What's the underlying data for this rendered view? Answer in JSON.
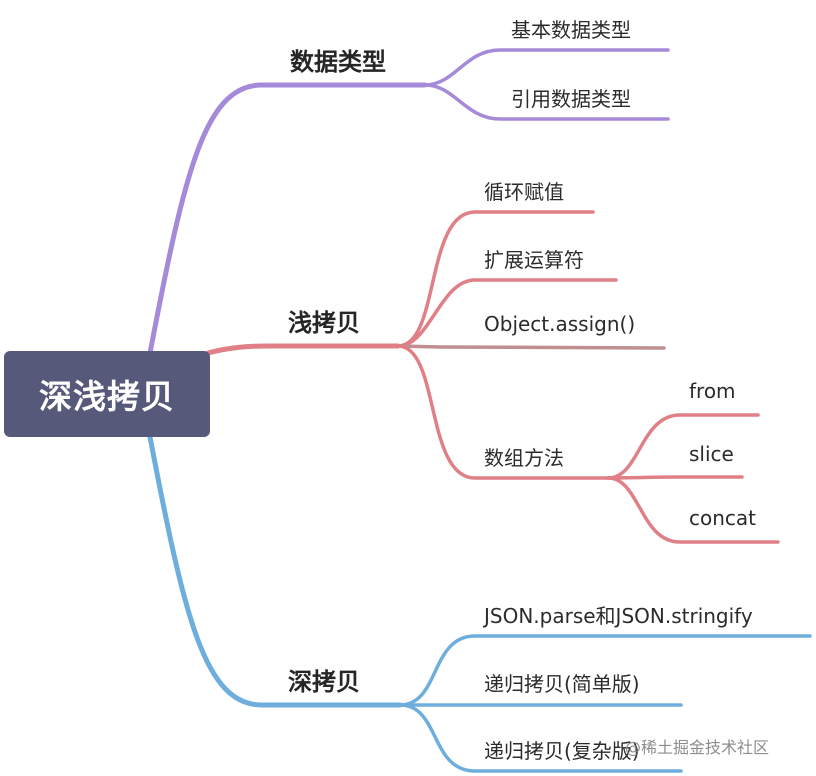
{
  "root": {
    "label": "深浅拷贝"
  },
  "branches": [
    {
      "label": "数据类型",
      "color": "#a58ad9",
      "children": [
        {
          "label": "基本数据类型"
        },
        {
          "label": "引用数据类型"
        }
      ]
    },
    {
      "label": "浅拷贝",
      "color": "#e07f85",
      "children": [
        {
          "label": "循环赋值"
        },
        {
          "label": "扩展运算符"
        },
        {
          "label": "Object.assign()"
        },
        {
          "label": "数组方法",
          "children": [
            {
              "label": "from"
            },
            {
              "label": "slice"
            },
            {
              "label": "concat"
            }
          ]
        }
      ]
    },
    {
      "label": "深拷贝",
      "color": "#6eaedd",
      "children": [
        {
          "label": "JSON.parse和JSON.stringify"
        },
        {
          "label": "递归拷贝(简单版)"
        },
        {
          "label": "递归拷贝(复杂版)"
        }
      ]
    }
  ],
  "watermark": "@稀土掘金技术社区",
  "colors": {
    "root_bg": "#56597a",
    "object_assign_line": "#c09090"
  }
}
